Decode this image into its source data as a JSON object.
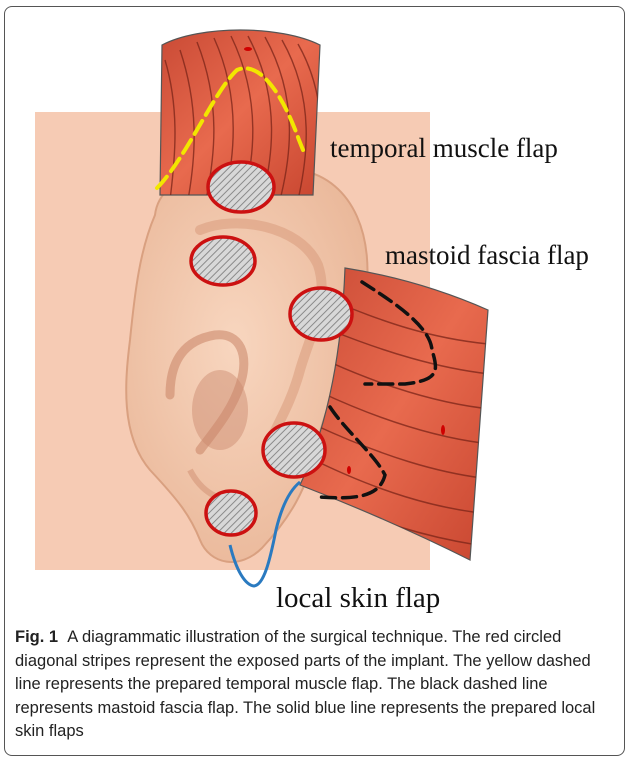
{
  "figure": {
    "labels": {
      "temporal": "temporal muscle flap",
      "mastoid": "mastoid fascia flap",
      "skin": "local skin flap"
    },
    "caption": {
      "number": "Fig. 1",
      "text": "A diagrammatic illustration of the surgical technique. The red circled diagonal stripes represent the exposed parts of the implant. The yellow dashed line represents the prepared temporal muscle flap. The black dashed line represents mastoid fascia flap. The solid blue line represents the prepared local skin flaps"
    },
    "implant_exposure_count": 5,
    "colors": {
      "skin_background": "#f6cbb4",
      "muscle": "#e0593f",
      "muscle_stripe": "#7a2418",
      "implant_ring": "#cc1111",
      "temporal_dash": "#ffee00",
      "mastoid_dash": "#111111",
      "skin_flap_line": "#2a7ac0"
    }
  }
}
